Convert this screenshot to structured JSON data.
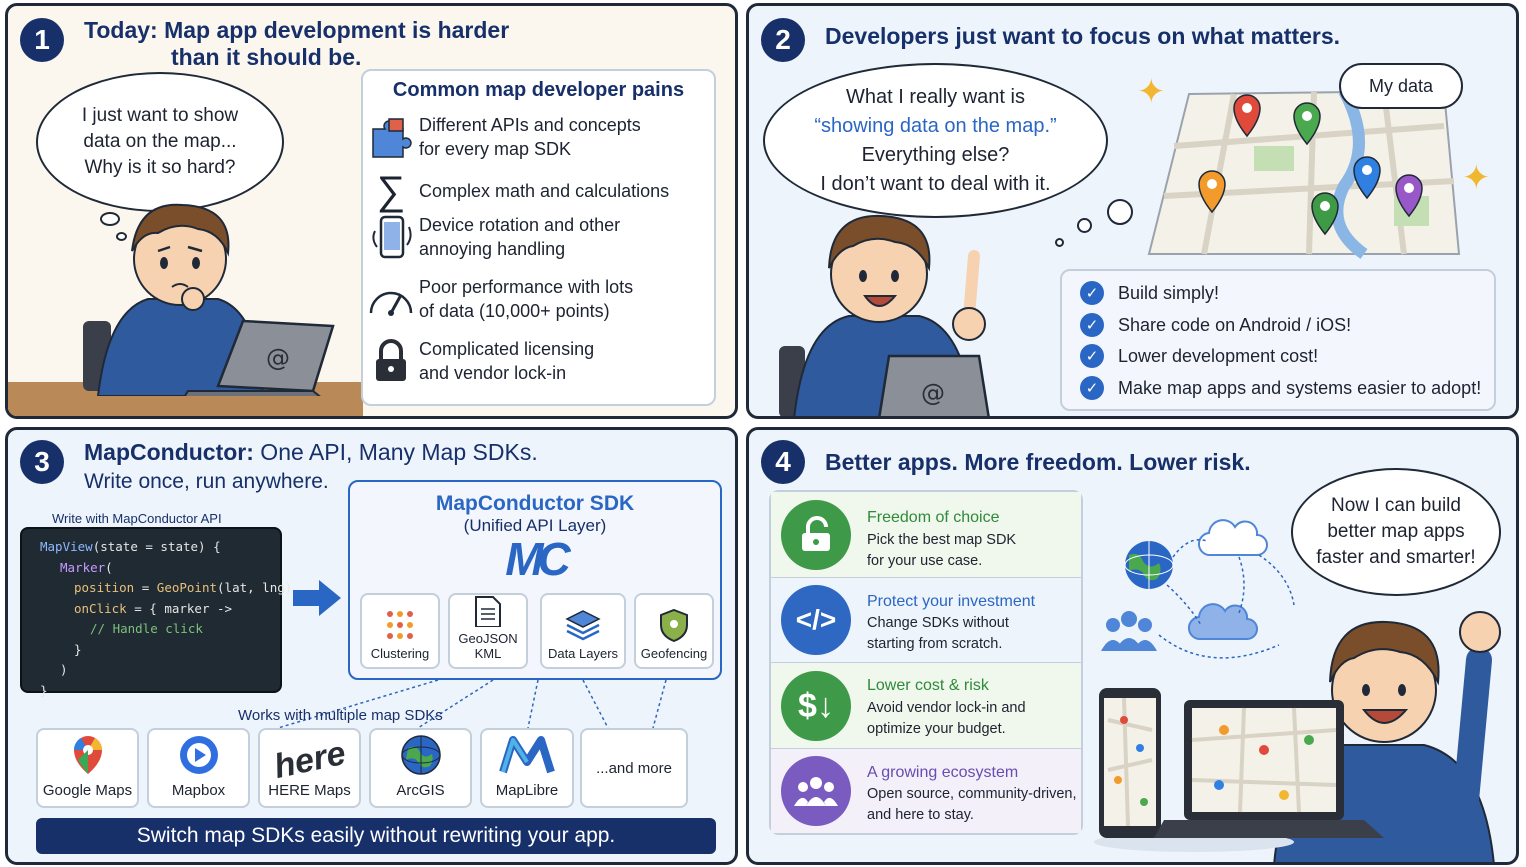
{
  "panel1": {
    "number": "1",
    "title_line1": "Today: Map app development is harder",
    "title_line2": "than it should be.",
    "bubble": [
      "I just want to show",
      "data on the map...",
      "Why is it so hard?"
    ],
    "pains_title": "Common map developer pains",
    "pains": [
      {
        "icon": "puzzle-icon",
        "line1": "Different APIs and concepts",
        "line2": "for every map SDK"
      },
      {
        "icon": "sigma-icon",
        "line1": "Complex math and calculations",
        "line2": ""
      },
      {
        "icon": "phone-rotate-icon",
        "line1": "Device rotation and other",
        "line2": "annoying handling"
      },
      {
        "icon": "gauge-icon",
        "line1": "Poor performance with lots",
        "line2": "of data (10,000+ points)"
      },
      {
        "icon": "lock-icon",
        "line1": "Complicated licensing",
        "line2": "and vendor lock-in"
      }
    ]
  },
  "panel2": {
    "number": "2",
    "title": "Developers just want to focus on what matters.",
    "bubble_line1": "What I really want is",
    "bubble_highlight": "“showing data on the map.”",
    "bubble_line3": "Everything else?",
    "bubble_line4": "I don’t want to deal with it.",
    "my_data": "My data",
    "checks": [
      "Build simply!",
      "Share code on Android / iOS!",
      "Lower development cost!",
      "Make map apps and systems easier to adopt!"
    ]
  },
  "panel3": {
    "number": "3",
    "title_bold": "MapConductor:",
    "title_rest": " One API, Many Map SDKs.",
    "subtitle": "Write once, run anywhere.",
    "code_label": "Write with MapConductor API",
    "sdk_title": "MapConductor SDK",
    "sdk_subtitle": "(Unified API Layer)",
    "logo": "MC",
    "features": [
      {
        "icon": "clustering-icon",
        "label": "Clustering"
      },
      {
        "icon": "document-icon",
        "label": "GeoJSON\nKML"
      },
      {
        "icon": "layers-icon",
        "label": "Data Layers"
      },
      {
        "icon": "shield-icon",
        "label": "Geofencing"
      }
    ],
    "works_with": "Works with multiple map SDKs",
    "sdks": [
      {
        "icon": "google-maps-icon",
        "label": "Google Maps"
      },
      {
        "icon": "mapbox-icon",
        "label": "Mapbox"
      },
      {
        "icon": "here-icon",
        "label": "HERE Maps",
        "logo_text": "here"
      },
      {
        "icon": "arcgis-icon",
        "label": "ArcGIS"
      },
      {
        "icon": "maplibre-icon",
        "label": "MapLibre"
      },
      {
        "icon": "",
        "label": "...and more"
      }
    ],
    "banner": "Switch map SDKs easily without rewriting your app."
  },
  "panel4": {
    "number": "4",
    "title": "Better apps. More freedom. Lower risk.",
    "bubble": [
      "Now I can build",
      "better map apps",
      "faster and smarter!"
    ],
    "benefits": [
      {
        "icon": "unlock-icon",
        "color": "#3e9a48",
        "title": "Freedom of choice",
        "line1": "Pick the best map SDK",
        "line2": "for your use case."
      },
      {
        "icon": "code-icon",
        "color": "#2e68c2",
        "title": "Protect your investment",
        "line1": "Change SDKs without",
        "line2": "starting from scratch."
      },
      {
        "icon": "dollar-down-icon",
        "color": "#3e9a48",
        "title": "Lower cost & risk",
        "line1": "Avoid vendor lock-in and",
        "line2": "optimize your budget."
      },
      {
        "icon": "community-icon",
        "color": "#7a5cc0",
        "title": "A growing ecosystem",
        "line1": "Open source, community-driven,",
        "line2": "and here to stay."
      }
    ]
  }
}
